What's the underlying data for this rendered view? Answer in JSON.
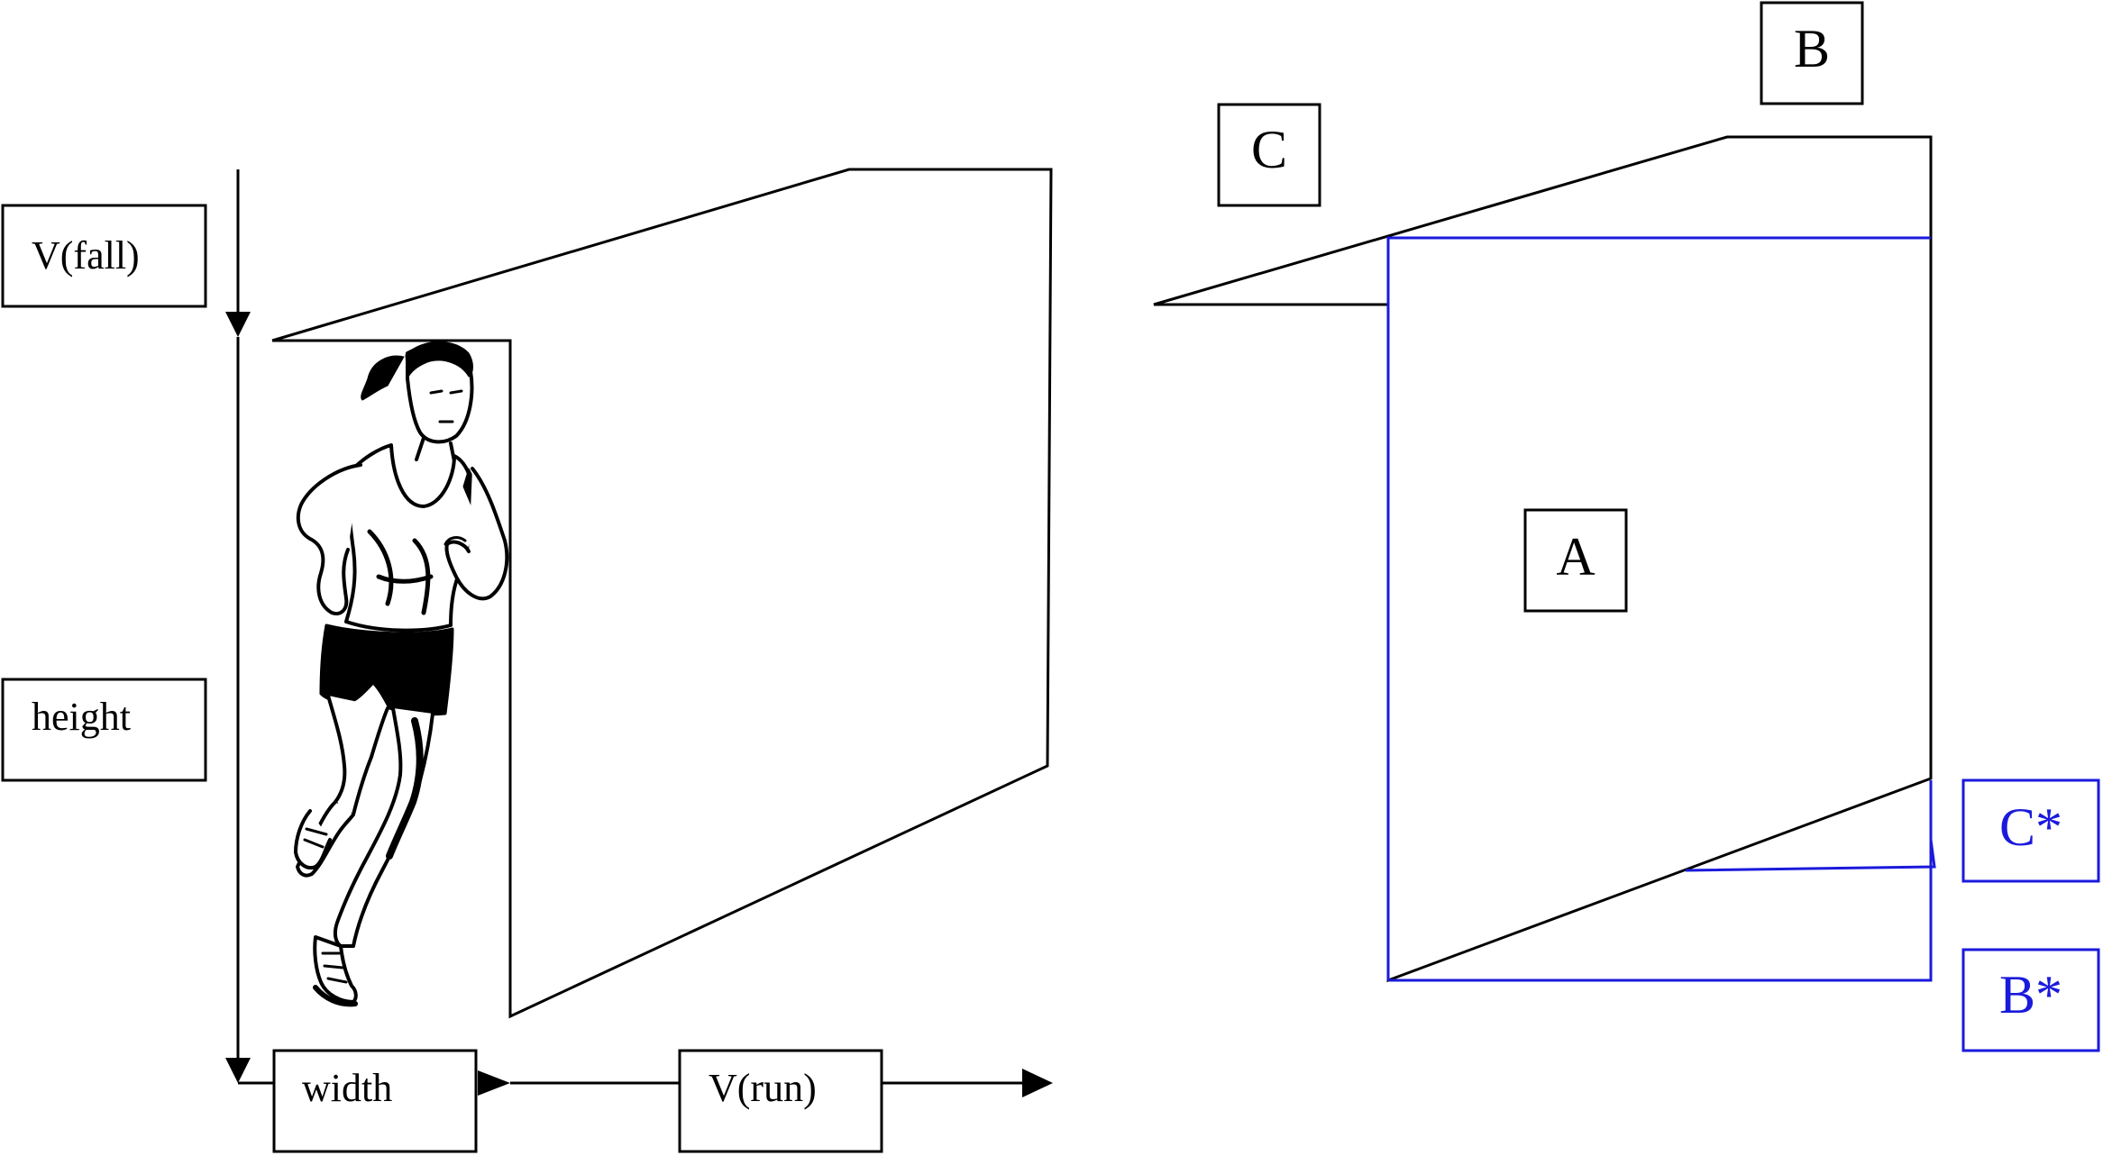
{
  "labels": {
    "v_fall": "V(fall)",
    "height": "height",
    "width": "width",
    "v_run": "V(run)",
    "a": "A",
    "b": "B",
    "c": "C",
    "c_star": "C*",
    "b_star": "B*"
  },
  "colors": {
    "ink": "#000000",
    "highlight": "#1a1adc"
  },
  "icons": {
    "runner": "running-woman-icon"
  }
}
